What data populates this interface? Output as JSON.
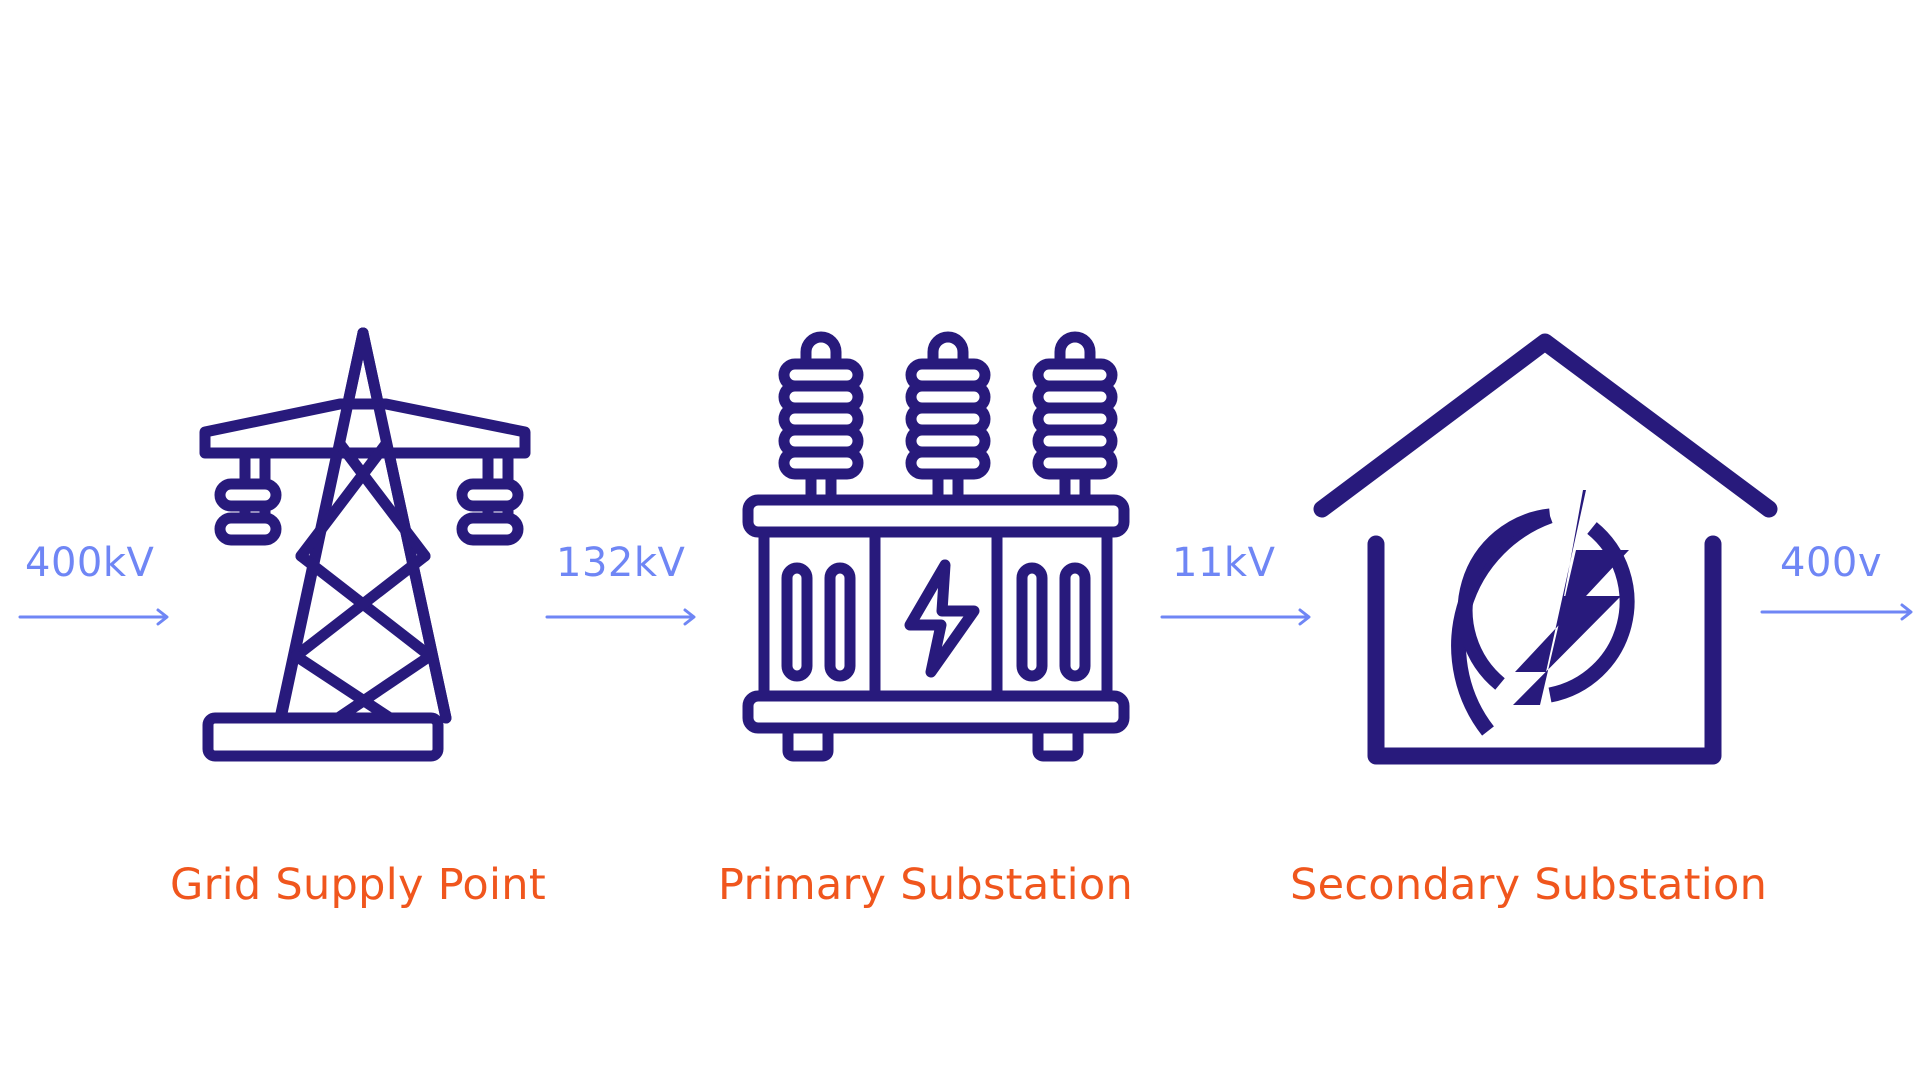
{
  "colors": {
    "voltage": "#6f86f5",
    "label": "#f0561d",
    "icon": "#281a7c",
    "background": "#ffffff"
  },
  "stages": [
    {
      "voltage_in": "400kV",
      "label": "Grid Supply Point",
      "icon": "transmission-tower-icon"
    },
    {
      "voltage_in": "132kV",
      "label": "Primary Substation",
      "icon": "transformer-icon"
    },
    {
      "voltage_in": "11kV",
      "label": "Secondary Substation",
      "icon": "house-power-icon"
    }
  ],
  "output_voltage": "400v"
}
